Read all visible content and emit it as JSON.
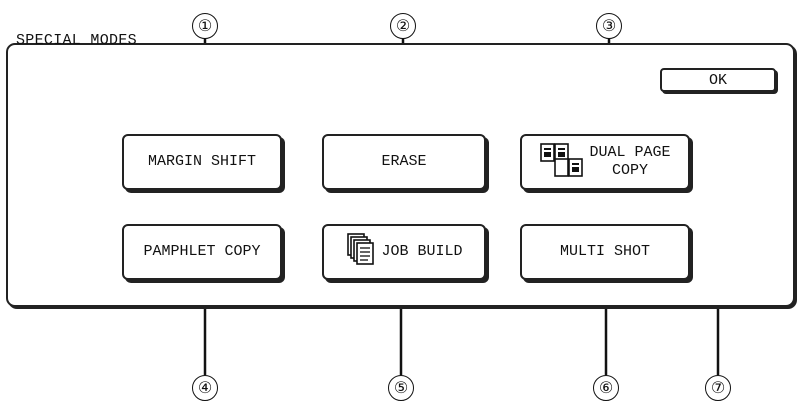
{
  "screen": {
    "title": "SPECIAL MODES"
  },
  "ok_label": "OK",
  "buttons": {
    "margin_shift": "MARGIN SHIFT",
    "erase": "ERASE",
    "dual_page_copy": "DUAL PAGE\nCOPY",
    "pamphlet_copy": "PAMPHLET COPY",
    "job_build": "JOB BUILD",
    "multi_shot": "MULTI SHOT"
  },
  "callouts": [
    "①",
    "②",
    "③",
    "④",
    "⑤",
    "⑥",
    "⑦"
  ],
  "icons": {
    "dual_page_copy": "dual-page-copy-icon",
    "job_build": "job-build-stack-icon"
  }
}
